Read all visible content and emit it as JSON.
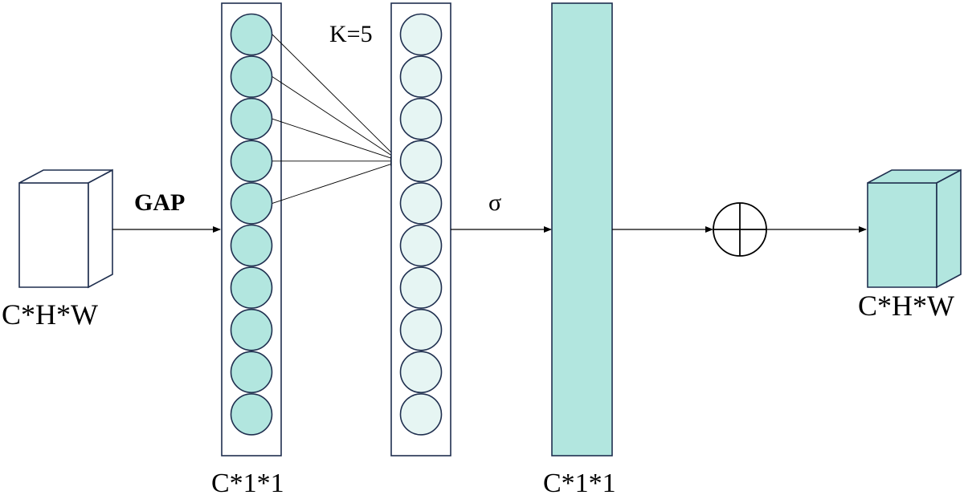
{
  "diagram": {
    "input_label": "C*H*W",
    "gap_label": "GAP",
    "kernel_label": "K=5",
    "pooled_label": "C*1*1",
    "sigma_label": "σ",
    "weights_label": "C*1*1",
    "output_label": "C*H*W",
    "neurons_per_column": 10,
    "conv_connections_shown": 5,
    "colors": {
      "teal": "#b2e6df",
      "light_teal": "#e6f5f3",
      "outline": "#1f2f4f",
      "line": "#000000"
    }
  }
}
